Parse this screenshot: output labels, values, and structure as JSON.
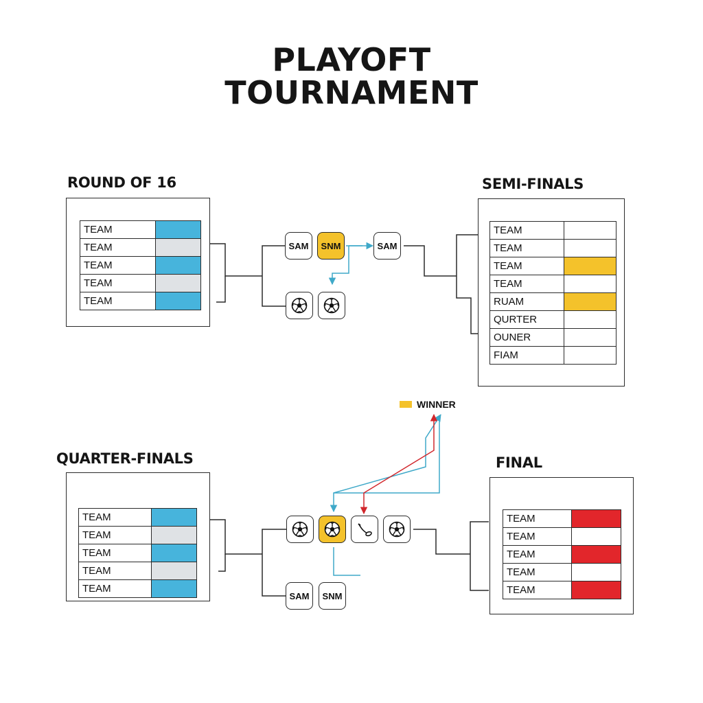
{
  "title": [
    "PLAYOFT",
    "TOURNAMENT"
  ],
  "colors": {
    "blue": "#47b4dc",
    "grey": "#dfe2e5",
    "yellow": "#f4c22b",
    "red": "#e2262b",
    "white": "#ffffff",
    "teal": "#3fa9c9",
    "redline": "#d1262b"
  },
  "round_of_16": {
    "heading": "ROUND OF 16",
    "rows": [
      {
        "label": "TEAM",
        "fill": "blue"
      },
      {
        "label": "TEAM",
        "fill": "grey"
      },
      {
        "label": "TEAM",
        "fill": "blue"
      },
      {
        "label": "TEAM",
        "fill": "grey"
      },
      {
        "label": "TEAM",
        "fill": "blue"
      }
    ]
  },
  "semi_finals": {
    "heading": "SEMI-FINALS",
    "rows": [
      {
        "label": "TEAM",
        "fill": "white"
      },
      {
        "label": "TEAM",
        "fill": "white"
      },
      {
        "label": "TEAM",
        "fill": "yellow"
      },
      {
        "label": "TEAM",
        "fill": "white"
      },
      {
        "label": "RUAM",
        "fill": "yellow"
      },
      {
        "label": "QURTER",
        "fill": "white"
      },
      {
        "label": "OUNER",
        "fill": "white"
      },
      {
        "label": "FIAM",
        "fill": "white"
      }
    ]
  },
  "quarter_finals": {
    "heading": "QUARTER-FINALS",
    "rows": [
      {
        "label": "TEAM",
        "fill": "blue"
      },
      {
        "label": "TEAM",
        "fill": "grey"
      },
      {
        "label": "TEAM",
        "fill": "blue"
      },
      {
        "label": "TEAM",
        "fill": "grey"
      },
      {
        "label": "TEAM",
        "fill": "blue"
      }
    ]
  },
  "final": {
    "heading": "FINAL",
    "rows": [
      {
        "label": "TEAM",
        "fill": "red"
      },
      {
        "label": "TEAM",
        "fill": "white"
      },
      {
        "label": "TEAM",
        "fill": "red"
      },
      {
        "label": "TEAM",
        "fill": "white"
      },
      {
        "label": "TEAM",
        "fill": "red"
      }
    ]
  },
  "upper_nodes": {
    "sam_left": {
      "label": "SAM",
      "icon": ""
    },
    "snm_highlight": {
      "label": "SNM",
      "icon": ""
    },
    "sam_right": {
      "label": "SAM",
      "icon": ""
    },
    "ball_1": {
      "label": "",
      "icon": "soccer-ball-icon"
    },
    "ball_2": {
      "label": "",
      "icon": "soccer-ball-icon"
    }
  },
  "lower_nodes": {
    "ball_1": {
      "label": "",
      "icon": "soccer-ball-icon"
    },
    "ball_highlight": {
      "label": "",
      "icon": "soccer-ball-icon"
    },
    "whistle": {
      "label": "",
      "icon": "whistle-icon"
    },
    "ball_2": {
      "label": "",
      "icon": "soccer-ball-icon"
    },
    "sam": {
      "label": "SAM",
      "icon": ""
    },
    "snm": {
      "label": "SNM",
      "icon": ""
    }
  },
  "legend": {
    "label": "WINNER",
    "color": "yellow"
  }
}
